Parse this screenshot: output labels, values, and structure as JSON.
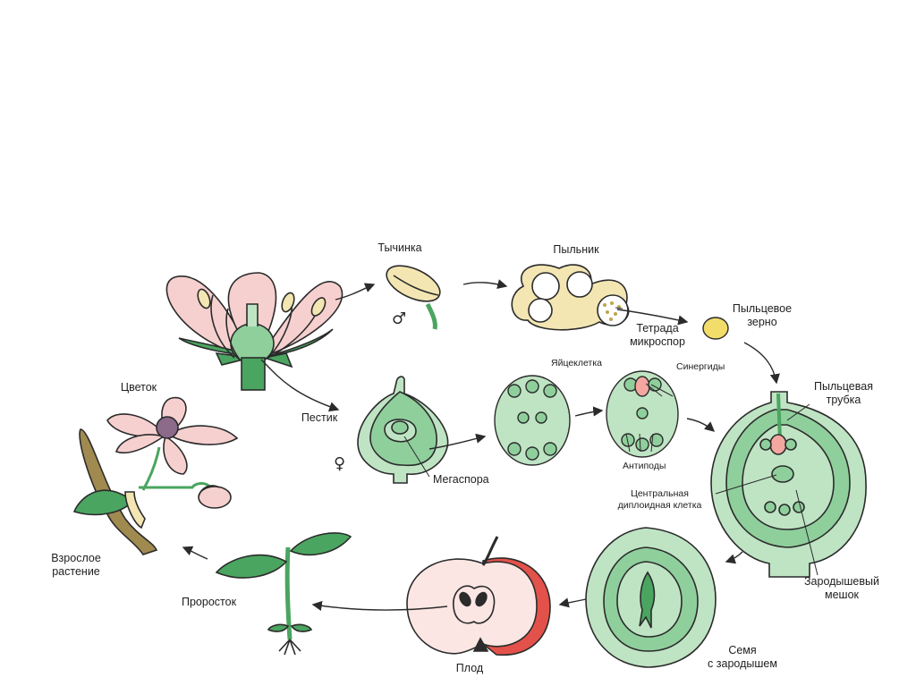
{
  "labels": {
    "stamen": "Тычинка",
    "anther": "Пыльник",
    "pollen_grain": "Пыльцевое\nзерно",
    "microspore_tetrad": "Тетрада\nмикроспор",
    "flower": "Цветок",
    "pistil": "Пестик",
    "egg_cell": "Яйцеклетка",
    "synergids": "Синергиды",
    "pollen_tube": "Пыльцевая\nтрубка",
    "megaspore": "Мегаспора",
    "antipodes": "Антиподы",
    "central_cell": "Центральная\nдиплоидная клетка",
    "embryo_sac": "Зародышевый\nмешок",
    "adult_plant": "Взрослое\nрастение",
    "seedling": "Проросток",
    "fruit": "Плод",
    "seed": "Семя\nс зародышем",
    "male_symbol": "♂",
    "female_symbol": "♀"
  },
  "colors": {
    "outline": "#2b2b2b",
    "petal_pink": "#f6d0cf",
    "green_light": "#bfe4c4",
    "green_mid": "#8fcf9c",
    "green_dark": "#4aa560",
    "anther_yellow": "#f3e6b2",
    "pollen_yellow": "#f2dd6a",
    "apple_red": "#e2524a",
    "stem_brown": "#a08a4f",
    "egg_pink": "#f3a7a0"
  }
}
